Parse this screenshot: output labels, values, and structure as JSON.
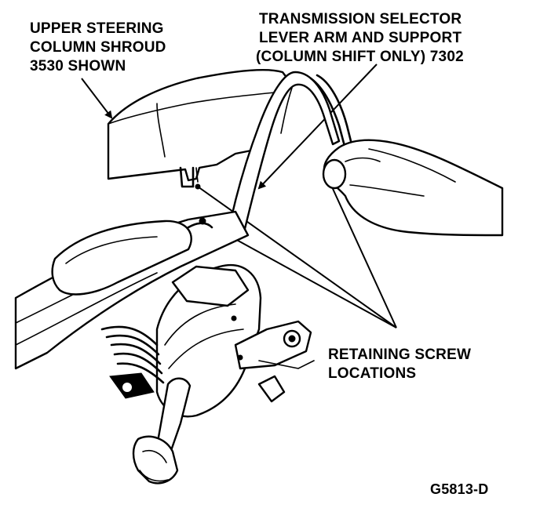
{
  "labels": {
    "shroud": [
      "UPPER STEERING",
      "COLUMN SHROUD",
      "3530 SHOWN"
    ],
    "selector": [
      "TRANSMISSION SELECTOR",
      "LEVER ARM AND SUPPORT",
      "(COLUMN SHIFT ONLY) 7302"
    ],
    "screws": [
      "RETAINING SCREW",
      "LOCATIONS"
    ],
    "figure_code": "G5813-D"
  }
}
